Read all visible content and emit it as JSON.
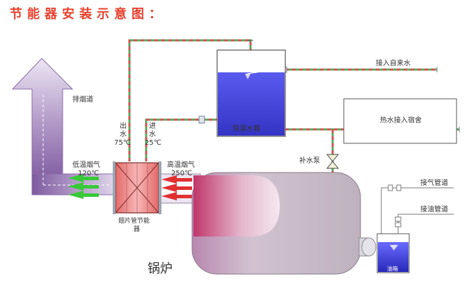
{
  "diagram": {
    "title": "节能器安装示意图：",
    "labels": {
      "exhaust": "排烟道",
      "outlet_text": "出",
      "outlet_water": "水",
      "outlet_temp": "75℃",
      "inlet_text": "进",
      "inlet_water": "水",
      "inlet_temp": "25℃",
      "low_temp_gas": "低温烟气",
      "low_temp_value": "120℃",
      "high_temp_gas": "高温烟气",
      "high_temp_value": "250℃",
      "economizer_line1": "翅片管节能",
      "economizer_line2": "器",
      "tank": "保温水箱",
      "tap_water": "接入自来水",
      "hot_water": "热水接入宿舍",
      "pump": "补水泵",
      "boiler": "锅炉",
      "gas_pipe": "接气管道",
      "oil_pipe": "接油管道",
      "oil_tank": "油箱"
    },
    "colors": {
      "title": "#e8402e",
      "pipe_green": "#5aa85a",
      "pipe_red": "#d05050",
      "arrow_green": "#38c838",
      "arrow_red": "#e03030",
      "tank_water": "#4a4adf",
      "exhaust_purple": "#8c6aa8",
      "boiler_body": "#c9bfc9"
    }
  }
}
